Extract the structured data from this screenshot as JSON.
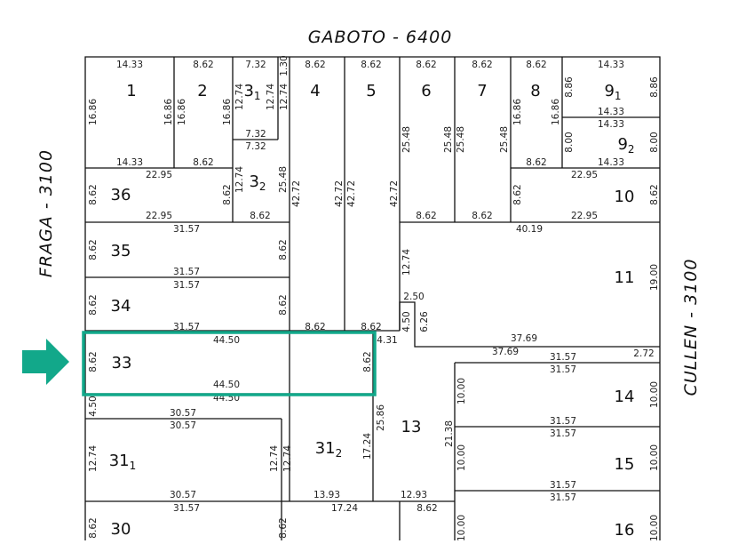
{
  "streets": {
    "top": "GABOTO - 6400",
    "left": "FRAGA - 3100",
    "right": "CULLEN - 3100"
  },
  "highlight": {
    "lot": "33",
    "color": "#12a88a"
  },
  "lots": {
    "l1": "1",
    "l2": "2",
    "l3a_base": "3",
    "l3a_sub": "1",
    "l4": "4",
    "l5": "5",
    "l6": "6",
    "l7": "7",
    "l8": "8",
    "l9a_base": "9",
    "l9a_sub": "1",
    "l9b_base": "9",
    "l9b_sub": "2",
    "l3b_base": "3",
    "l3b_sub": "2",
    "l36": "36",
    "l10": "10",
    "l35": "35",
    "l34": "34",
    "l11": "11",
    "l33": "33",
    "l14": "14",
    "l13": "13",
    "l31a_base": "31",
    "l31a_sub": "1",
    "l31b_base": "31",
    "l31b_sub": "2",
    "l15": "15",
    "l30": "30",
    "l16": "16"
  },
  "dims": {
    "t1": "14.33",
    "t2": "8.62",
    "t3": "7.32",
    "t3v": "1.30",
    "t4": "8.62",
    "t5": "8.62",
    "t6": "8.62",
    "t7": "8.62",
    "t8": "8.62",
    "t9": "14.33",
    "v1": "16.86",
    "v1r": "16.86",
    "v2l": "16.86",
    "v2r": "16.86",
    "v3a": "12.74",
    "v3b": "12.74",
    "v3c": "12.74",
    "h3a": "7.32",
    "h3b": "7.32",
    "v6": "25.48",
    "v6b": "25.48",
    "v7": "25.48",
    "v7b": "25.48",
    "v8l": "16.86",
    "v8r": "16.86",
    "v9l": "8.86",
    "v9r": "8.86",
    "h9a": "14.33",
    "h9b": "14.33",
    "v9bl": "8.00",
    "v9br": "8.00",
    "b8": "8.62",
    "b9": "14.33",
    "b1": "14.33",
    "b2": "8.62",
    "h36t": "22.95",
    "v36l": "8.62",
    "v36r": "8.62",
    "h36b": "22.95",
    "v32": "12.74",
    "v32b": "25.48",
    "h32": "8.62",
    "v4a": "42.72",
    "v4b": "42.72",
    "v5a": "42.72",
    "v5b": "42.72",
    "h6b": "8.62",
    "h7b": "8.62",
    "h10t": "22.95",
    "v10l": "8.62",
    "v10r": "8.62",
    "h10b": "22.95",
    "h35t": "31.57",
    "v35l": "8.62",
    "v35r": "8.62",
    "h35b": "31.57",
    "h34t": "31.57",
    "v34l": "8.62",
    "v34r": "8.62",
    "h34b": "31.57",
    "h11t": "40.19",
    "v11r": "19.00",
    "v11a": "12.74",
    "h11a": "2.50",
    "v11b": "4.50",
    "v11c": "6.26",
    "h4b": "8.62",
    "h5b": "8.62",
    "d431": "4.31",
    "h11b": "37.69",
    "h11c": "37.69",
    "h11d": "2.72",
    "h33t": "44.50",
    "v33l": "8.62",
    "v33r": "8.62",
    "h33b": "44.50",
    "h33c": "44.50",
    "v450": "4.50",
    "h14t": "31.57",
    "h14t2": "31.57",
    "v14l": "10.00",
    "v14r": "10.00",
    "h14b": "31.57",
    "h15t": "31.57",
    "v15l": "10.00",
    "v15r": "10.00",
    "h15b": "31.57",
    "h16t": "31.57",
    "v16l": "10.00",
    "v16r": "10.00",
    "h31t": "30.57",
    "h31t2": "30.57",
    "v31l": "12.74",
    "v31r": "12.74",
    "v312l": "12.74",
    "h31b": "30.57",
    "h312b": "13.93",
    "v312r": "17.24",
    "v13l": "25.86",
    "v13r": "21.38",
    "h13b": "12.93",
    "h30t": "31.57",
    "v30l": "8.62",
    "v30r": "8.62",
    "h17": "17.24",
    "h862": "8.62"
  }
}
